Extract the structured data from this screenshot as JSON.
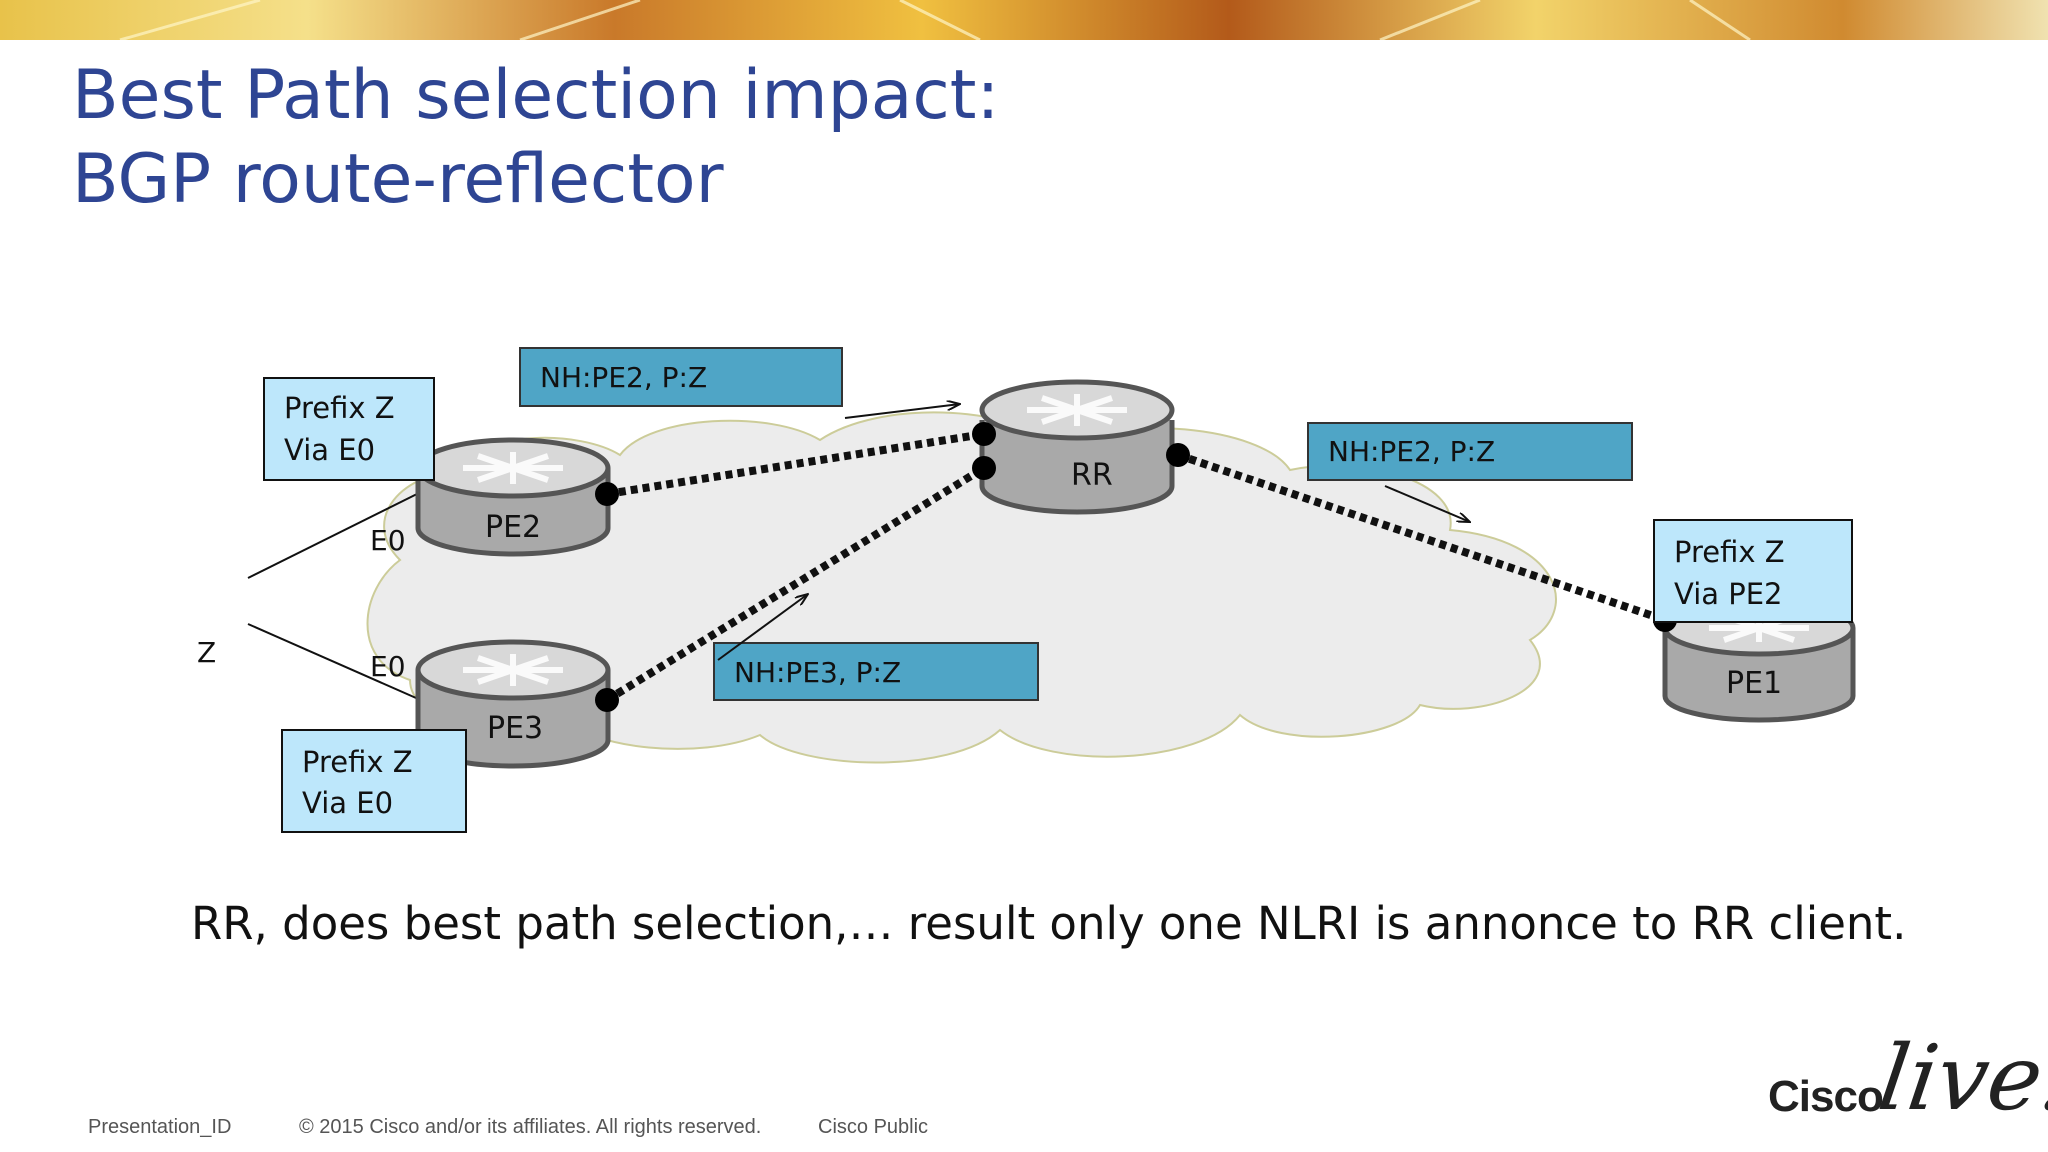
{
  "slide": {
    "title_line1": "Best Path selection impact:",
    "title_line2": "BGP route-reflector",
    "caption": "RR, does best path selection,… result only one NLRI is annonce to RR client."
  },
  "diagram": {
    "routers": {
      "pe2": "PE2",
      "pe3": "PE3",
      "rr": "RR",
      "pe1": "PE1"
    },
    "interfaces": {
      "pe2_if": "E0",
      "pe3_if": "E0",
      "prefix": "Z"
    },
    "prefix_boxes": {
      "pe2_line1": "Prefix Z",
      "pe2_line2": "Via E0",
      "pe3_line1": "Prefix Z",
      "pe3_line2": "Via E0",
      "pe1_line1": "Prefix Z",
      "pe1_line2": "Via PE2"
    },
    "updates": {
      "pe2_to_rr": "NH:PE2, P:Z",
      "rr_to_pe1": "NH:PE2, P:Z",
      "pe3_to_rr": "NH:PE3, P:Z"
    },
    "colors": {
      "update_box": "#4fa5c6",
      "prefix_box": "#bde7fb",
      "cloud": "#ececec",
      "router_body": "#a9a9a9",
      "title": "#2e4593"
    }
  },
  "footer": {
    "presentation_id": "Presentation_ID",
    "copyright": "© 2015 Cisco and/or its affiliates. All rights reserved.",
    "classification": "Cisco Public"
  },
  "logo": {
    "brand": "Cisco",
    "product": "live!"
  }
}
